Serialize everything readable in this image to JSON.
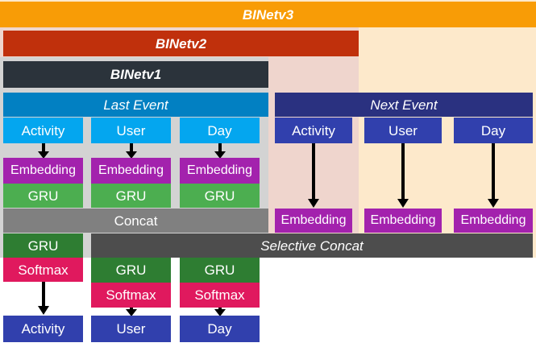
{
  "diagram": {
    "title_bands": [
      {
        "name": "binetv3",
        "label": "BINetv3",
        "color": "#f89c06",
        "bg": "#fde9cb"
      },
      {
        "name": "binetv2",
        "label": "BINetv2",
        "color": "#c0300c",
        "bg": "#efd5cd"
      },
      {
        "name": "binetv1",
        "label": "BINetv1",
        "color": "#2b333b",
        "bg": "#d3d3d3"
      }
    ],
    "left_group": {
      "header": "Last Event",
      "header_color": "#0280c2",
      "input_color": "#04a6ef",
      "columns": [
        {
          "input": "Activity",
          "embedding": "Embedding",
          "gru": "GRU"
        },
        {
          "input": "User",
          "embedding": "Embedding",
          "gru": "GRU"
        },
        {
          "input": "Day",
          "embedding": "Embedding",
          "gru": "GRU"
        }
      ],
      "concat": "Concat",
      "concat_color": "#808080"
    },
    "right_group": {
      "header": "Next Event",
      "header_color": "#2a3180",
      "input_color": "#3140ad",
      "columns": [
        {
          "input": "Activity",
          "embedding": "Embedding"
        },
        {
          "input": "User",
          "embedding": "Embedding"
        },
        {
          "input": "Day",
          "embedding": "Embedding"
        }
      ]
    },
    "selective_concat": {
      "label": "Selective Concat",
      "color": "#4d4d4d"
    },
    "output_stacks": [
      {
        "gru": "GRU",
        "softmax": "Softmax",
        "output": "Activity"
      },
      {
        "gru": "GRU",
        "softmax": "Softmax",
        "output": "User"
      },
      {
        "gru": "GRU",
        "softmax": "Softmax",
        "output": "Day"
      }
    ],
    "colors": {
      "embedding": "#a322ad",
      "gru_light": "#4cae50",
      "gru_dark": "#2e7d32",
      "softmax": "#e0195e",
      "output": "#3140ad",
      "arrow": "#000000"
    }
  }
}
